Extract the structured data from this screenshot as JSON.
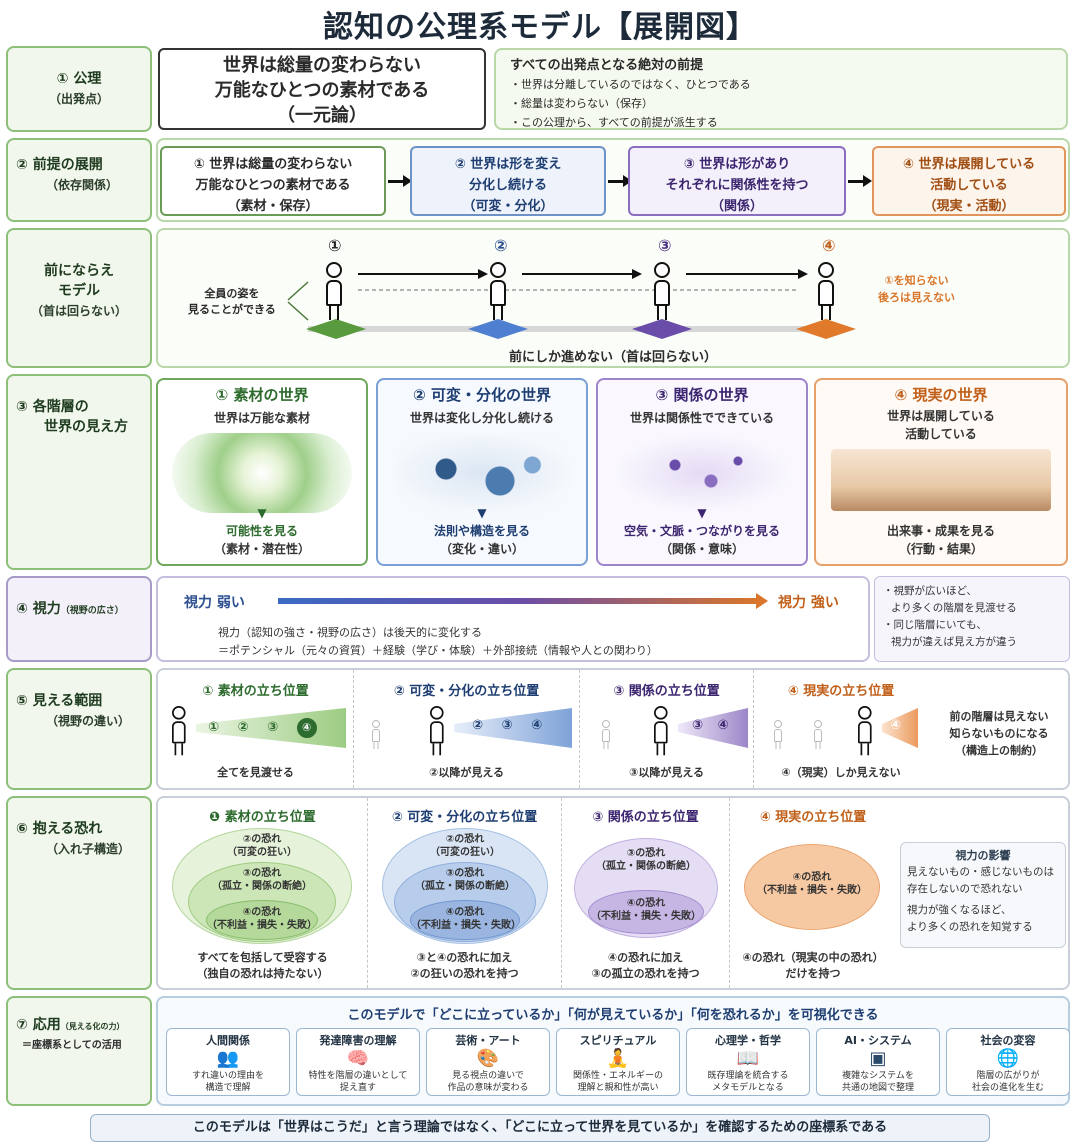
{
  "title": "認知の公理系モデル【展開図】",
  "colors": {
    "green": "#5a9a3e",
    "blue": "#3f6fb5",
    "purple": "#6a4da8",
    "orange": "#d9762b"
  },
  "sec1": {
    "label": "① 公理",
    "sub": "（出発点）",
    "axiom": [
      "世界は総量の変わらない",
      "万能なひとつの素材である",
      "（一元論）"
    ],
    "premise_title": "すべての出発点となる絶対の前提",
    "premises": [
      "・世界は分離しているのではなく、ひとつである",
      "・総量は変わらない（保存）",
      "・この公理から、すべての前提が派生する"
    ]
  },
  "sec2": {
    "label": "② 前提の展開",
    "sub": "（依存関係）",
    "boxes": [
      {
        "l1": "① 世界は総量の変わらない",
        "l2": "万能なひとつの素材である",
        "l3": "（素材・保存）"
      },
      {
        "l1": "② 世界は形を変え",
        "l2": "分化し続ける",
        "l3": "（可変・分化）"
      },
      {
        "l1": "③ 世界は形があり",
        "l2": "それぞれに関係性を持つ",
        "l3": "（関係）"
      },
      {
        "l1": "④ 世界は展開している",
        "l2": "活動している",
        "l3": "（現実・活動）"
      }
    ]
  },
  "sec3": {
    "label": "前にならえ",
    "label2": "モデル",
    "sub": "（首は回らない）",
    "left_note": [
      "全員の姿を",
      "見ることができる"
    ],
    "nums": [
      "①",
      "②",
      "③",
      "④"
    ],
    "right_note": [
      "①を知らない",
      "後ろは見えない"
    ],
    "caption": "前にしか進めない（首は回らない）"
  },
  "sec4": {
    "label": "③ 各階層の",
    "sub": "世界の見え方",
    "cards": [
      {
        "title": "① 素材の世界",
        "desc": "世界は万能な素材",
        "desc2": "",
        "b1": "可能性を見る",
        "b2": "（素材・潜在性）"
      },
      {
        "title": "② 可変・分化の世界",
        "desc": "世界は変化し分化し続ける",
        "desc2": "",
        "b1": "法則や構造を見る",
        "b2": "（変化・違い）"
      },
      {
        "title": "③ 関係の世界",
        "desc": "世界は関係性でできている",
        "desc2": "",
        "b1": "空気・文脈・つながりを見る",
        "b2": "（関係・意味）"
      },
      {
        "title": "④ 現実の世界",
        "desc": "世界は展開している",
        "desc2": "活動している",
        "b1": "出来事・成果を見る",
        "b2": "（行動・結果）"
      }
    ]
  },
  "sec5": {
    "label": "④ 視力",
    "sub": "（視野の広さ）",
    "weak": "視力 弱い",
    "strong": "視力 強い",
    "line1": "視力（認知の強さ・視野の広さ）は後天的に変化する",
    "line2": "＝ポテンシャル（元々の資質）＋経験（学び・体験）＋外部接続（情報や人との関わり）",
    "notes": [
      "・視野が広いほど、",
      "より多くの階層を見渡せる",
      "・同じ階層にいても、",
      "視力が違えば見え方が違う"
    ]
  },
  "sec6": {
    "label": "⑤ 見える範囲",
    "sub": "（視野の違い）",
    "positions": [
      {
        "title": "① 素材の立ち位置",
        "cap": "全てを見渡せる"
      },
      {
        "title": "② 可変・分化の立ち位置",
        "cap": "②以降が見える"
      },
      {
        "title": "③ 関係の立ち位置",
        "cap": "③以降が見える"
      },
      {
        "title": "④ 現実の立ち位置",
        "cap": "④（現実）しか見えない"
      }
    ],
    "nums": [
      "①",
      "②",
      "③",
      "④"
    ],
    "note": [
      "前の階層は見えない",
      "知らないものになる",
      "（構造上の制約）"
    ]
  },
  "sec7": {
    "label": "⑥ 抱える恐れ",
    "sub": "（入れ子構造）",
    "positions": [
      {
        "title": "❶ 素材の立ち位置",
        "b1": "すべてを包括して受容する",
        "b2": "（独自の恐れは持たない）"
      },
      {
        "title": "② 可変・分化の立ち位置",
        "b1": "③と④の恐れに加え",
        "b2": "②の狂いの恐れを持つ"
      },
      {
        "title": "③ 関係の立ち位置",
        "b1": "④の恐れに加え",
        "b2": "③の孤立の恐れを持つ"
      },
      {
        "title": "④ 現実の立ち位置",
        "b1": "④の恐れ（現実の中の恐れ）",
        "b2": "だけを持つ"
      }
    ],
    "fears": {
      "f2": "②の恐れ",
      "f2s": "（可変の狂い）",
      "f3": "③の恐れ",
      "f3s": "（孤立・関係の断絶）",
      "f4": "④の恐れ",
      "f4s": "（不利益・損失・失敗）"
    },
    "side_title": "視力の影響",
    "side": [
      "見えないもの・感じないものは",
      "存在しないので恐れない",
      "視力が強くなるほど、",
      "より多くの恐れを知覚する"
    ]
  },
  "sec8": {
    "label": "⑦ 応用",
    "label_small": "（見える化の力）",
    "sub": "＝座標系としての活用",
    "header": "このモデルで「どこに立っているか」「何が見えているか」「何を恐れるか」を可視化できる",
    "items": [
      {
        "title": "人間関係",
        "icon": "people-icon",
        "glyph": "👥",
        "d1": "すれ違いの理由を",
        "d2": "構造で理解"
      },
      {
        "title": "発達障害の理解",
        "icon": "brain-icon",
        "glyph": "🧠",
        "d1": "特性を階層の違いとして",
        "d2": "捉え直す"
      },
      {
        "title": "芸術・アート",
        "icon": "palette-icon",
        "glyph": "🎨",
        "d1": "見る視点の違いで",
        "d2": "作品の意味が変わる"
      },
      {
        "title": "スピリチュアル",
        "icon": "meditation-icon",
        "glyph": "🧘",
        "d1": "関係性・エネルギーの",
        "d2": "理解と親和性が高い"
      },
      {
        "title": "心理学・哲学",
        "icon": "book-icon",
        "glyph": "📖",
        "d1": "既存理論を統合する",
        "d2": "メタモデルとなる"
      },
      {
        "title": "AI・システム",
        "icon": "chip-icon",
        "glyph": "▣",
        "d1": "複雑なシステムを",
        "d2": "共通の地図で整理"
      },
      {
        "title": "社会の変容",
        "icon": "globe-icon",
        "glyph": "🌐",
        "d1": "階層の広がりが",
        "d2": "社会の進化を生む"
      }
    ]
  },
  "footer": "このモデルは「世界はこうだ」と言う理論ではなく、「どこに立って世界を見ているか」を確認するための座標系である"
}
